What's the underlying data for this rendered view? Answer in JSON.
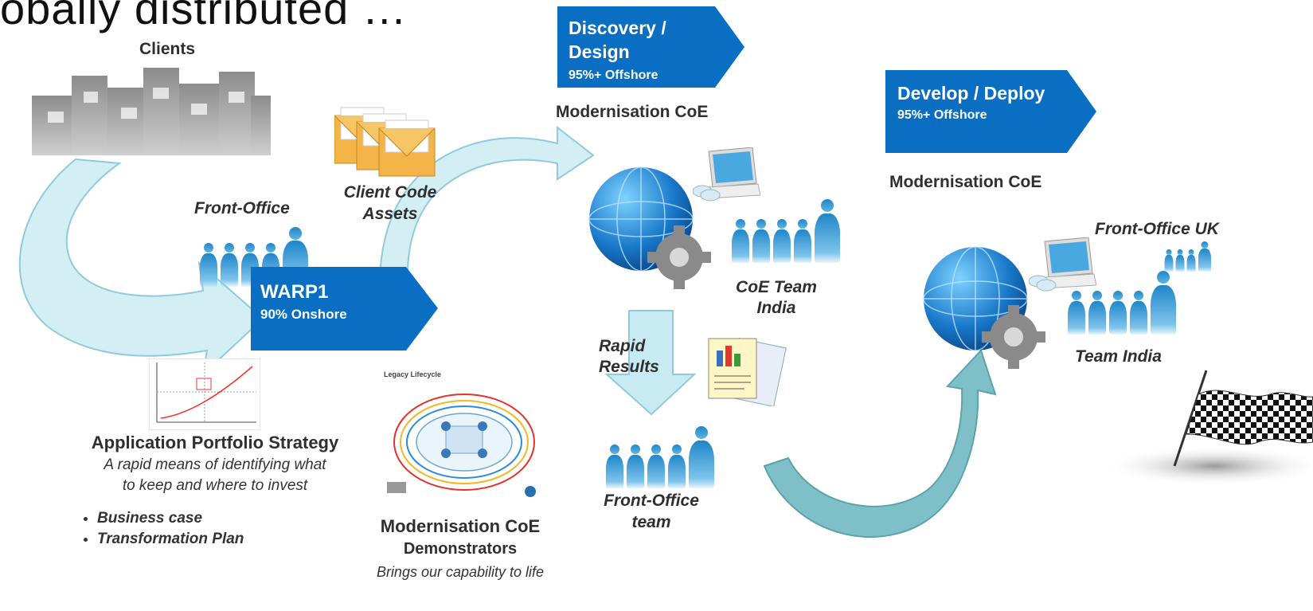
{
  "title": "obally distributed …",
  "clients_label": "Clients",
  "front_office_label": "Front-Office",
  "client_code_label": "Client Code Assets",
  "warp1": {
    "name": "WARP1",
    "sub": "90% Onshore"
  },
  "discovery": {
    "name": "Discovery / Design",
    "sub": "95%+ Offshore"
  },
  "develop": {
    "name": "Develop / Deploy",
    "sub": "95%+ Offshore"
  },
  "coe_label_1": "Modernisation CoE",
  "coe_label_2": "Modernisation CoE",
  "coe_team_india": "CoE Team India",
  "rapid_results": "Rapid Results",
  "front_office_team": "Front-Office team",
  "front_office_uk": "Front-Office UK",
  "team_india": "Team India",
  "aps": {
    "title": "Application Portfolio Strategy",
    "desc_line1": "A rapid means of identifying what",
    "desc_line2": "to keep and where to invest",
    "bullets": [
      "Business case",
      "Transformation Plan"
    ]
  },
  "demonstrators": {
    "title": "Modernisation CoE",
    "subtitle": "Demonstrators",
    "tagline": "Brings our capability to life",
    "thumb_heading": "Legacy Lifecycle"
  },
  "colors": {
    "chevron_blue": "#0a6fc2",
    "arrow_fill": "#c8eaf2",
    "arrow_stroke": "#8fcbdc",
    "teal_arrow": "#6fb5bf",
    "people_blue": "#1f86c8"
  }
}
